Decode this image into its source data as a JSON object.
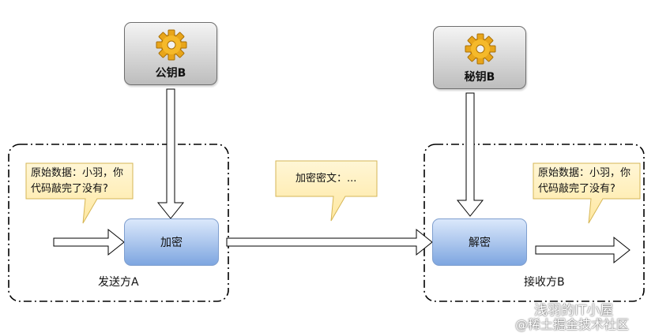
{
  "public_key": {
    "label": "公钥B",
    "icon": "gear-icon"
  },
  "private_key": {
    "label": "秘钥B",
    "icon": "gear-icon"
  },
  "sender": {
    "label": "发送方A",
    "process_label": "加密",
    "callout_line1": "原始数据：小羽，你",
    "callout_line2": "代码敲完了没有?"
  },
  "receiver": {
    "label": "接收方B",
    "process_label": "解密",
    "callout_line1": "原始数据：小羽，你",
    "callout_line2": "代码敲完了没有?"
  },
  "transit": {
    "callout": "加密密文：..."
  },
  "watermark": {
    "line1": "浅羽的IT小屋",
    "line2": "@稀土掘金技术社区"
  },
  "colors": {
    "callout_fill": "#fff2cc",
    "callout_stroke": "#d6b656",
    "process_fill_top": "#dbe8fb",
    "process_fill_bottom": "#7ea6e0",
    "key_fill_top": "#f4f4f4",
    "key_fill_bottom": "#bdbdbd"
  }
}
